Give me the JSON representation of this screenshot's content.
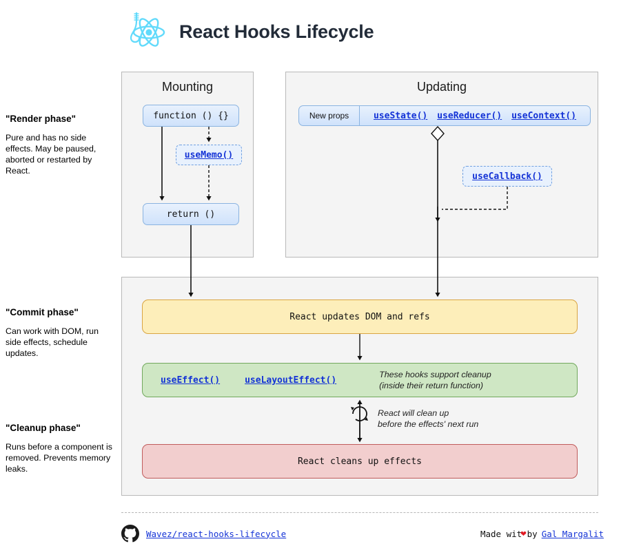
{
  "header": {
    "title": "React Hooks Lifecycle",
    "logo_icon": "react-atom-hook-icon"
  },
  "phases": [
    {
      "name": "\"Render phase\"",
      "description": "Pure and has no side effects. May be paused, aborted or restarted by React."
    },
    {
      "name": "\"Commit phase\"",
      "description": "Can work with DOM, run side effects, schedule updates."
    },
    {
      "name": "\"Cleanup phase\"",
      "description": "Runs before a component is removed. Prevents memory leaks."
    }
  ],
  "panels": {
    "mounting": {
      "title": "Mounting",
      "function_box": "function () {}",
      "usememo_hook": "useMemo()",
      "return_box": "return ()"
    },
    "updating": {
      "title": "Updating",
      "new_props": "New props",
      "hooks": [
        "useState()",
        "useReducer()",
        "useContext()"
      ],
      "usecallback_hook": "useCallback()"
    },
    "commit": {
      "dom_box": "React updates DOM and refs",
      "effect_hooks": [
        "useEffect()",
        "useLayoutEffect()"
      ],
      "effects_note_line1": "These hooks support cleanup",
      "effects_note_line2": "(inside their return function)",
      "cleanup_note_line1": "React will clean up",
      "cleanup_note_line2": "before the effects' next run",
      "cleanup_box": "React cleans up effects",
      "cycle_icon": "circular-arrow-icon"
    }
  },
  "footer": {
    "repo_icon": "github-icon",
    "repo_link": "Wavez/react-hooks-lifecycle",
    "made_with_prefix": "Made wit",
    "heart_icon": "heart-icon",
    "made_with_suffix": "by",
    "author_link": "Gal Margalit"
  },
  "colors": {
    "panel_bg": "#f4f4f4",
    "blue_box": "#cfe2fb",
    "yellow_box": "#fdeeba",
    "green_box": "#cfe7c4",
    "red_box": "#f2cece",
    "link": "#1433d6",
    "react_cyan": "#61dafb"
  }
}
